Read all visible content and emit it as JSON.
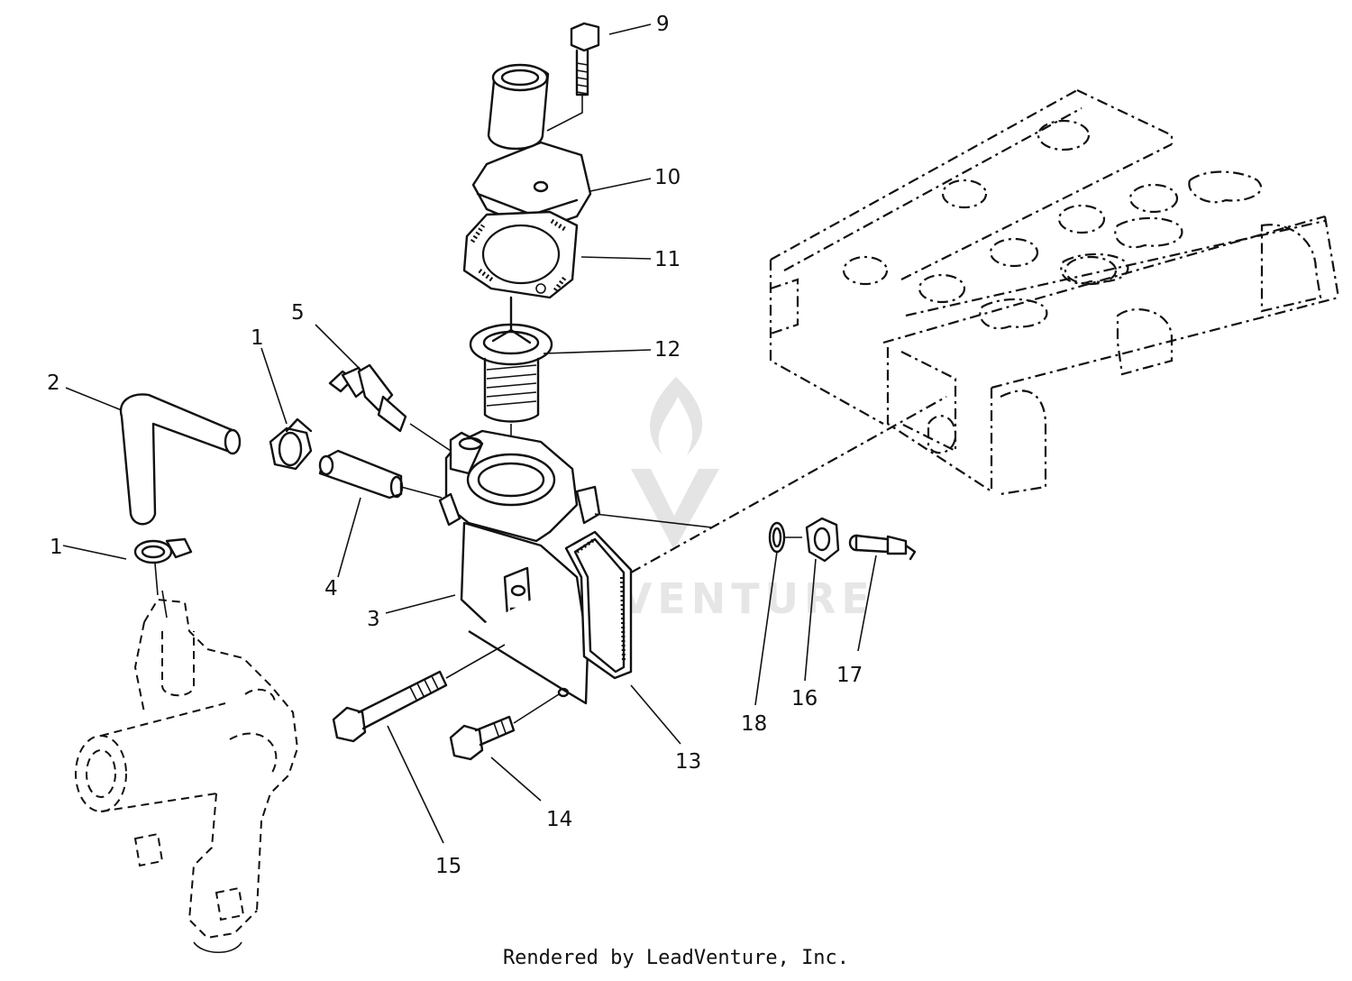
{
  "diagram": {
    "callouts": [
      {
        "id": "c9",
        "text": "9"
      },
      {
        "id": "c10",
        "text": "10"
      },
      {
        "id": "c11",
        "text": "11"
      },
      {
        "id": "c12",
        "text": "12"
      },
      {
        "id": "c5",
        "text": "5"
      },
      {
        "id": "c1a",
        "text": "1"
      },
      {
        "id": "c2",
        "text": "2"
      },
      {
        "id": "c1b",
        "text": "1"
      },
      {
        "id": "c4",
        "text": "4"
      },
      {
        "id": "c3",
        "text": "3"
      },
      {
        "id": "c18",
        "text": "18"
      },
      {
        "id": "c16",
        "text": "16"
      },
      {
        "id": "c17",
        "text": "17"
      },
      {
        "id": "c13",
        "text": "13"
      },
      {
        "id": "c14",
        "text": "14"
      },
      {
        "id": "c15",
        "text": "15"
      }
    ],
    "watermark": "LEADVENTURE",
    "colors": {
      "line": "#111111",
      "watermark": "#e4e4e4",
      "background": "#ffffff"
    }
  },
  "footer": {
    "credit": "Rendered by LeadVenture, Inc."
  }
}
